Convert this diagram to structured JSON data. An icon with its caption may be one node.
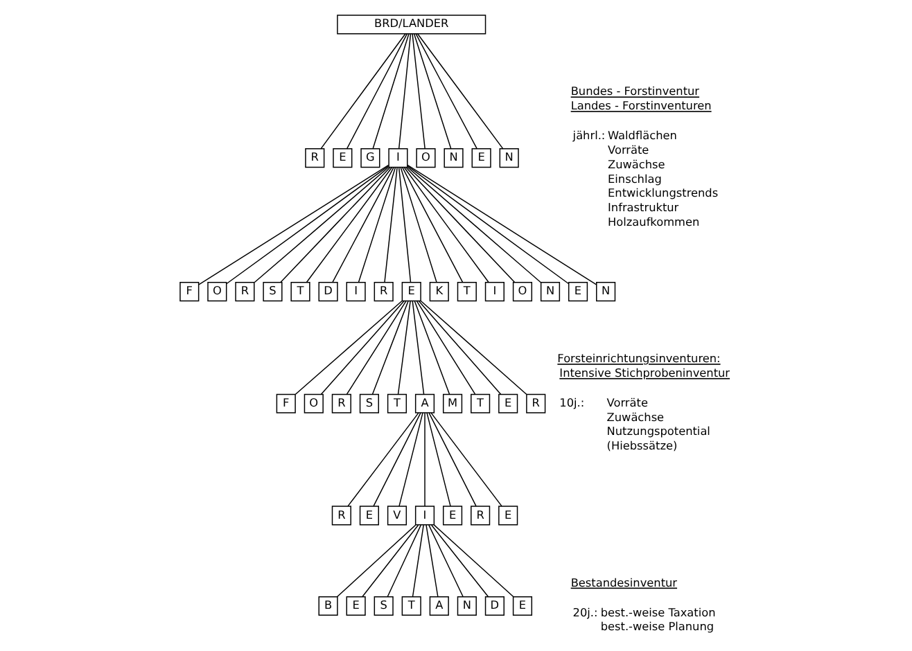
{
  "diagram": {
    "nodes": [
      {
        "text": [
          "BRD/LANDER"
        ]
      },
      {
        "text": [
          "R"
        ]
      },
      {
        "text": [
          "E"
        ]
      },
      {
        "text": [
          "G"
        ]
      },
      {
        "text": [
          "I"
        ]
      },
      {
        "text": [
          "O"
        ]
      },
      {
        "text": [
          "N"
        ]
      },
      {
        "text": [
          "E"
        ]
      },
      {
        "text": [
          "N"
        ]
      },
      {
        "text": [
          "F"
        ]
      },
      {
        "text": [
          "O"
        ]
      },
      {
        "text": [
          "R"
        ]
      },
      {
        "text": [
          "S"
        ]
      },
      {
        "text": [
          "T"
        ]
      },
      {
        "text": [
          "D"
        ]
      },
      {
        "text": [
          "I"
        ]
      },
      {
        "text": [
          "R"
        ]
      },
      {
        "text": [
          "E"
        ]
      },
      {
        "text": [
          "K"
        ]
      },
      {
        "text": [
          "T"
        ]
      },
      {
        "text": [
          "I"
        ]
      },
      {
        "text": [
          "O"
        ]
      },
      {
        "text": [
          "N"
        ]
      },
      {
        "text": [
          "E"
        ]
      },
      {
        "text": [
          "N"
        ]
      },
      {
        "text": [
          "F"
        ]
      },
      {
        "text": [
          "O"
        ]
      },
      {
        "text": [
          "R"
        ]
      },
      {
        "text": [
          "S"
        ]
      },
      {
        "text": [
          "T"
        ]
      },
      {
        "text": [
          "A"
        ]
      },
      {
        "text": [
          "M"
        ]
      },
      {
        "text": [
          "T"
        ]
      },
      {
        "text": [
          "E"
        ]
      },
      {
        "text": [
          "R"
        ]
      },
      {
        "text": [
          "R"
        ]
      },
      {
        "text": [
          "E"
        ]
      },
      {
        "text": [
          "V"
        ]
      },
      {
        "text": [
          "I"
        ]
      },
      {
        "text": [
          "E"
        ]
      },
      {
        "text": [
          "R"
        ]
      },
      {
        "text": [
          "E"
        ]
      },
      {
        "text": [
          "B"
        ]
      },
      {
        "text": [
          "E"
        ]
      },
      {
        "text": [
          "S"
        ]
      },
      {
        "text": [
          "T"
        ]
      },
      {
        "text": [
          "A"
        ]
      },
      {
        "text": [
          "N"
        ]
      },
      {
        "text": [
          "D"
        ]
      },
      {
        "text": [
          "E"
        ]
      }
    ],
    "edges": [
      {
        "from": 0,
        "to": 1,
        "arrow": "none"
      },
      {
        "from": 0,
        "to": 2,
        "arrow": "none"
      },
      {
        "from": 0,
        "to": 3,
        "arrow": "none"
      },
      {
        "from": 0,
        "to": 4,
        "arrow": "none"
      },
      {
        "from": 0,
        "to": 5,
        "arrow": "none"
      },
      {
        "from": 0,
        "to": 6,
        "arrow": "none"
      },
      {
        "from": 0,
        "to": 7,
        "arrow": "none"
      },
      {
        "from": 0,
        "to": 8,
        "arrow": "none"
      },
      {
        "from": 4,
        "to": 9,
        "arrow": "none"
      },
      {
        "from": 4,
        "to": 10,
        "arrow": "none"
      },
      {
        "from": 4,
        "to": 11,
        "arrow": "none"
      },
      {
        "from": 4,
        "to": 12,
        "arrow": "none"
      },
      {
        "from": 4,
        "to": 13,
        "arrow": "none"
      },
      {
        "from": 4,
        "to": 14,
        "arrow": "none"
      },
      {
        "from": 4,
        "to": 15,
        "arrow": "none"
      },
      {
        "from": 4,
        "to": 16,
        "arrow": "none"
      },
      {
        "from": 4,
        "to": 17,
        "arrow": "none"
      },
      {
        "from": 4,
        "to": 18,
        "arrow": "none"
      },
      {
        "from": 4,
        "to": 19,
        "arrow": "none"
      },
      {
        "from": 4,
        "to": 20,
        "arrow": "none"
      },
      {
        "from": 4,
        "to": 21,
        "arrow": "none"
      },
      {
        "from": 4,
        "to": 22,
        "arrow": "none"
      },
      {
        "from": 4,
        "to": 23,
        "arrow": "none"
      },
      {
        "from": 4,
        "to": 24,
        "arrow": "none"
      },
      {
        "from": 17,
        "to": 25,
        "arrow": "none"
      },
      {
        "from": 17,
        "to": 26,
        "arrow": "none"
      },
      {
        "from": 17,
        "to": 27,
        "arrow": "none"
      },
      {
        "from": 17,
        "to": 28,
        "arrow": "none"
      },
      {
        "from": 17,
        "to": 29,
        "arrow": "none"
      },
      {
        "from": 17,
        "to": 30,
        "arrow": "none"
      },
      {
        "from": 17,
        "to": 31,
        "arrow": "none"
      },
      {
        "from": 17,
        "to": 32,
        "arrow": "none"
      },
      {
        "from": 17,
        "to": 33,
        "arrow": "none"
      },
      {
        "from": 17,
        "to": 34,
        "arrow": "none"
      },
      {
        "from": 30,
        "to": 35,
        "arrow": "none"
      },
      {
        "from": 30,
        "to": 36,
        "arrow": "none"
      },
      {
        "from": 30,
        "to": 37,
        "arrow": "none"
      },
      {
        "from": 30,
        "to": 38,
        "arrow": "none"
      },
      {
        "from": 30,
        "to": 39,
        "arrow": "none"
      },
      {
        "from": 30,
        "to": 40,
        "arrow": "none"
      },
      {
        "from": 30,
        "to": 41,
        "arrow": "none"
      },
      {
        "from": 38,
        "to": 42,
        "arrow": "none"
      },
      {
        "from": 38,
        "to": 43,
        "arrow": "none"
      },
      {
        "from": 38,
        "to": 44,
        "arrow": "none"
      },
      {
        "from": 38,
        "to": 45,
        "arrow": "none"
      },
      {
        "from": 38,
        "to": 46,
        "arrow": "none"
      },
      {
        "from": 38,
        "to": 47,
        "arrow": "none"
      },
      {
        "from": 38,
        "to": 48,
        "arrow": "none"
      },
      {
        "from": 38,
        "to": 49,
        "arrow": "none"
      }
    ],
    "labels": [
      "Bundes - Forstinventur",
      "Landes - Forstinventuren",
      "jährl.:",
      "Waldflächen",
      "Vorräte",
      "Zuwächse",
      "Einschlag",
      "Entwicklungstrends",
      "Infrastruktur",
      "Holzaufkommen",
      "Forsteinrichtungsinventuren:",
      "Intensive Stichprobeninventur",
      "10j.:",
      "Vorräte",
      "Zuwächse",
      "Nutzungspotential",
      "(Hiebssätze)",
      "Bestandesinventur",
      "20j.:",
      "best.-weise Taxation",
      "best.-weise Planung"
    ]
  }
}
